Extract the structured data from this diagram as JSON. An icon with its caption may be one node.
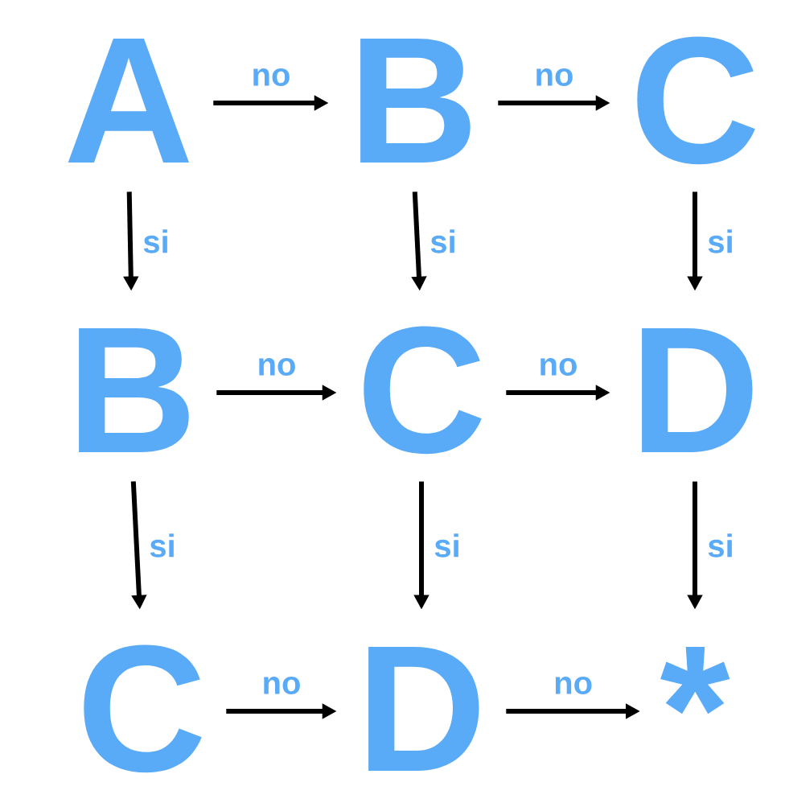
{
  "diagram": {
    "nodes": [
      {
        "text": [
          "A"
        ]
      },
      {
        "text": [
          "B"
        ]
      },
      {
        "text": [
          "C"
        ]
      },
      {
        "text": [
          "B"
        ]
      },
      {
        "text": [
          "C"
        ]
      },
      {
        "text": [
          "D"
        ]
      },
      {
        "text": [
          "C"
        ]
      },
      {
        "text": [
          "D"
        ]
      },
      {
        "text": [
          "*"
        ]
      }
    ],
    "edges": [
      {
        "from": 0,
        "to": 1,
        "arrow": "to",
        "label": "no"
      },
      {
        "from": 1,
        "to": 2,
        "arrow": "to",
        "label": "no"
      },
      {
        "from": 0,
        "to": 3,
        "arrow": "to",
        "label": "si"
      },
      {
        "from": 1,
        "to": 4,
        "arrow": "to",
        "label": "si"
      },
      {
        "from": 2,
        "to": 5,
        "arrow": "to",
        "label": "si"
      },
      {
        "from": 3,
        "to": 4,
        "arrow": "to",
        "label": "no"
      },
      {
        "from": 4,
        "to": 5,
        "arrow": "to",
        "label": "no"
      },
      {
        "from": 3,
        "to": 6,
        "arrow": "to",
        "label": "si"
      },
      {
        "from": 4,
        "to": 7,
        "arrow": "to",
        "label": "si"
      },
      {
        "from": 5,
        "to": 8,
        "arrow": "to",
        "label": "si"
      },
      {
        "from": 6,
        "to": 7,
        "arrow": "to",
        "label": "no"
      },
      {
        "from": 7,
        "to": 8,
        "arrow": "to",
        "label": "no"
      }
    ]
  }
}
